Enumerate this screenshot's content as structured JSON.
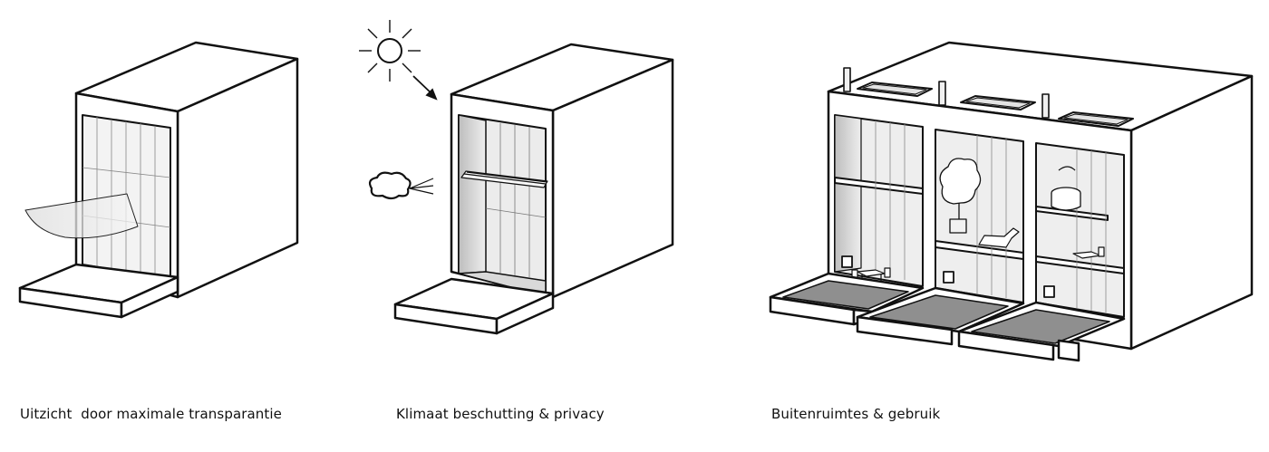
{
  "captions": {
    "transparency": "Uitzicht  door maximale transparantie",
    "climate": "Klimaat beschutting & privacy",
    "outdoor": "Buitenruimtes & gebruik"
  },
  "colors": {
    "ink": "#111111",
    "glass": "#e8e8e8",
    "glass_dark": "#c9c9c9",
    "floor": "#8f8f8f",
    "paper": "#ffffff"
  }
}
